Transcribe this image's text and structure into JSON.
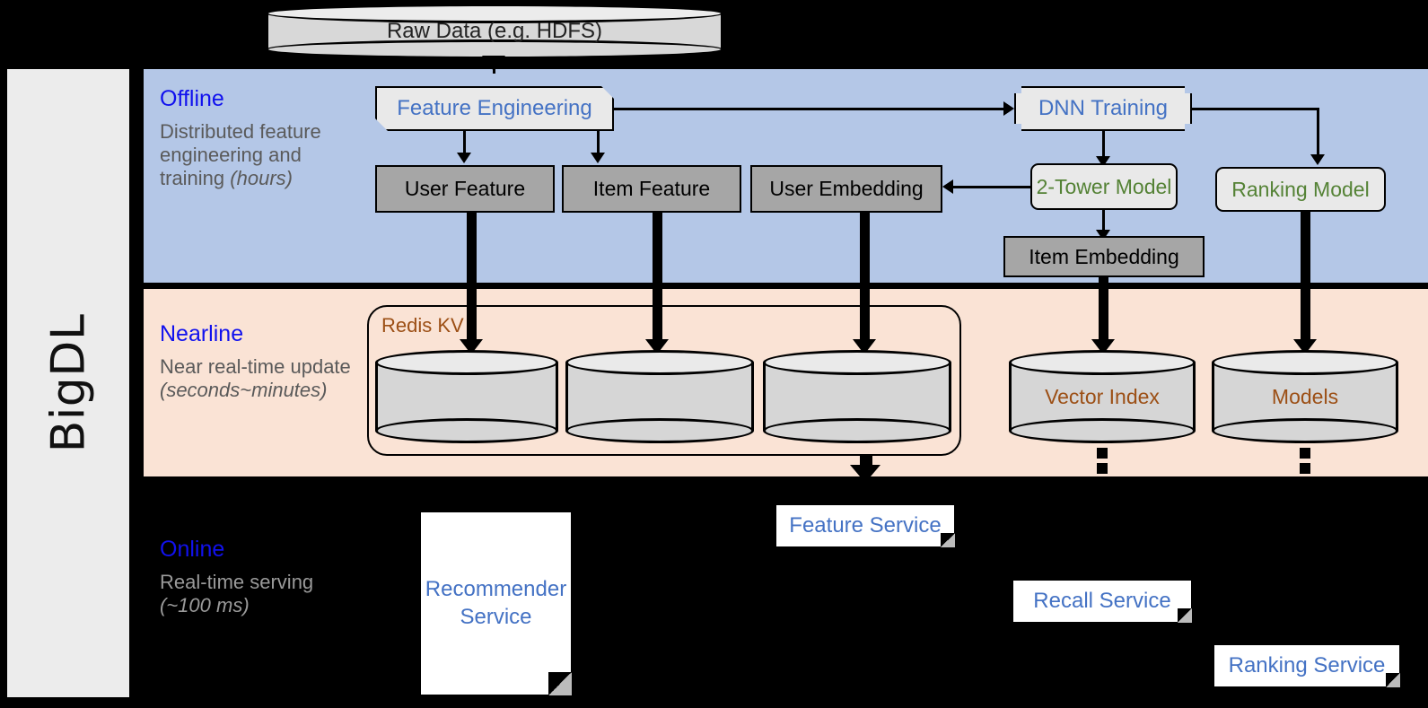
{
  "framework": {
    "name": "BigDL"
  },
  "source": {
    "label": "Raw Data (e.g. HDFS)"
  },
  "stages": [
    {
      "title": "Offline",
      "desc_line1": "Distributed feature engineering and training ",
      "desc_em": "(hours)"
    },
    {
      "title": "Nearline",
      "desc_line1": "Near real-time update ",
      "desc_em": "(seconds~minutes)"
    },
    {
      "title": "Online",
      "desc_line1": "Real-time serving ",
      "desc_em": "(~100 ms)"
    }
  ],
  "offline": {
    "feature_engineering": "Feature Engineering",
    "dnn_training": "DNN Training",
    "user_feature": "User Feature",
    "item_feature": "Item Feature",
    "user_embedding": "User Embedding",
    "two_tower_model": "2-Tower Model",
    "ranking_model": "Ranking Model",
    "item_embedding": "Item Embedding"
  },
  "nearline": {
    "redis_label": "Redis KV",
    "store_user_feature": "",
    "store_item_feature": "",
    "store_user_embedding": "",
    "vector_index": "Vector Index",
    "models": "Models"
  },
  "online": {
    "recommender_service": "Recommender Service",
    "feature_service": "Feature Service",
    "recall_service": "Recall Service",
    "ranking_service": "Ranking Service"
  },
  "colors": {
    "offline_band": "#b4c7e7",
    "nearline_band": "#fae3d5",
    "online_band": "#000000",
    "stage_title": "#1111ee",
    "blue_text": "#4472c4",
    "green_text": "#548235",
    "brown_text": "#9c4f15",
    "grey_box": "#a6a6a6",
    "proc_box": "#e9e9e9",
    "sidebar": "#ececec"
  }
}
